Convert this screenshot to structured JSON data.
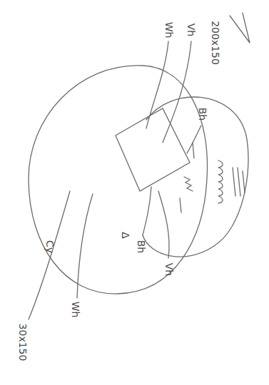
{
  "diagram": {
    "labels": [
      "Wh",
      "Vh",
      "200x150",
      "Bh",
      "Bh",
      "Vh",
      "Wh",
      "Cy",
      "30x150",
      "Δ"
    ]
  }
}
